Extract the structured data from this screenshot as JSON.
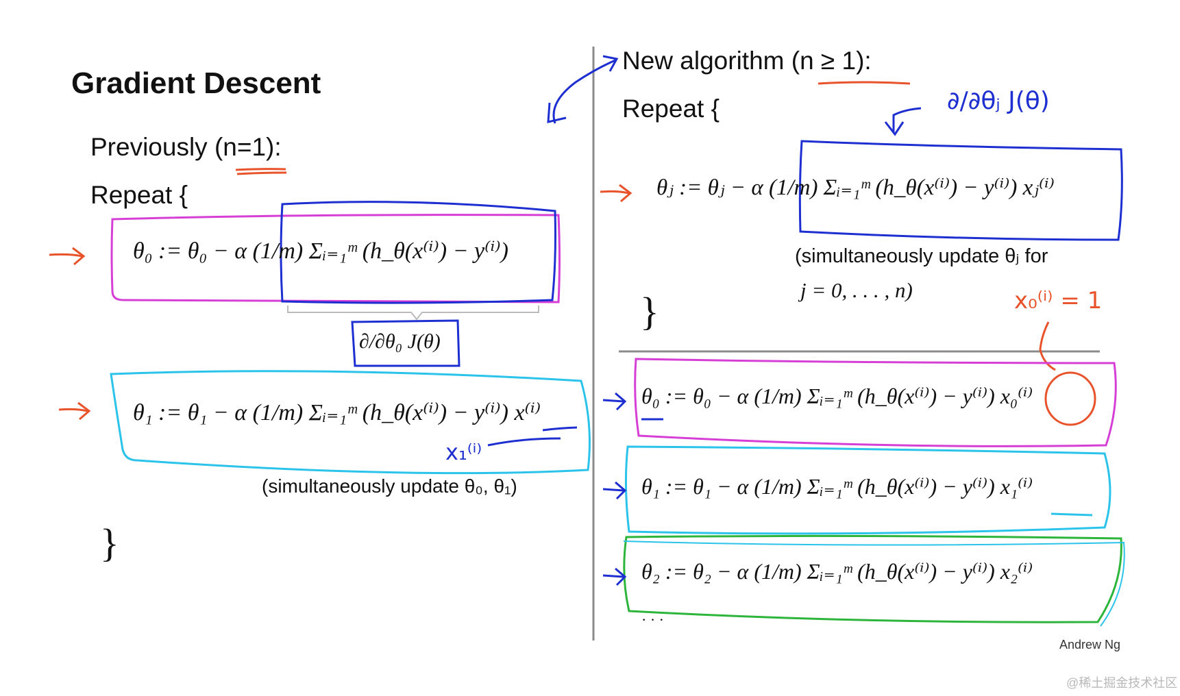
{
  "slide": {
    "title": "Gradient Descent",
    "left": {
      "previously": "Previously (n=1):",
      "repeat_open": "Repeat {",
      "update0": "θ₀ := θ₀ − α (1/m) Σᵢ₌₁ᵐ (h_θ(x⁽ⁱ⁾) − y⁽ⁱ⁾)",
      "derivative_label": "∂/∂θ₀ J(θ)",
      "update1": "θ₁ := θ₁ − α (1/m) Σᵢ₌₁ᵐ (h_θ(x⁽ⁱ⁾) − y⁽ⁱ⁾) x⁽ⁱ⁾",
      "simul_note": "(simultaneously update θ₀, θ₁)",
      "repeat_close": "}",
      "handwritten_x1": "x₁⁽ⁱ⁾"
    },
    "right": {
      "new_algorithm": "New algorithm (n ≥ 1):",
      "repeat_open": "Repeat {",
      "handwritten_derivative": "∂/∂θⱼ J(θ)",
      "update_j": "θⱼ := θⱼ − α (1/m) Σᵢ₌₁ᵐ (h_θ(x⁽ⁱ⁾) − y⁽ⁱ⁾) xⱼ⁽ⁱ⁾",
      "simul_note_line1": "(simultaneously update θⱼ for",
      "simul_note_line2": "j = 0, . . . , n)",
      "repeat_close": "}",
      "handwritten_x0": "x₀⁽ⁱ⁾ = 1",
      "update_0": "θ₀ := θ₀ − α (1/m) Σᵢ₌₁ᵐ (h_θ(x⁽ⁱ⁾) − y⁽ⁱ⁾) x₀⁽ⁱ⁾",
      "update_1": "θ₁ := θ₁ − α (1/m) Σᵢ₌₁ᵐ (h_θ(x⁽ⁱ⁾) − y⁽ⁱ⁾) x₁⁽ⁱ⁾",
      "update_2": "θ₂ := θ₂ − α (1/m) Σᵢ₌₁ᵐ (h_θ(x⁽ⁱ⁾) − y⁽ⁱ⁾) x₂⁽ⁱ⁾",
      "ellipsis": "· · ·"
    },
    "author": "Andrew Ng",
    "watermark": "@稀土掘金技术社区"
  },
  "colors": {
    "magenta": "#d63fd6",
    "blue": "#1d2fd0",
    "cyan": "#2bc3ea",
    "green": "#2cb53a",
    "red_orange": "#e8532b",
    "divider": "#888888",
    "text": "#111111"
  }
}
